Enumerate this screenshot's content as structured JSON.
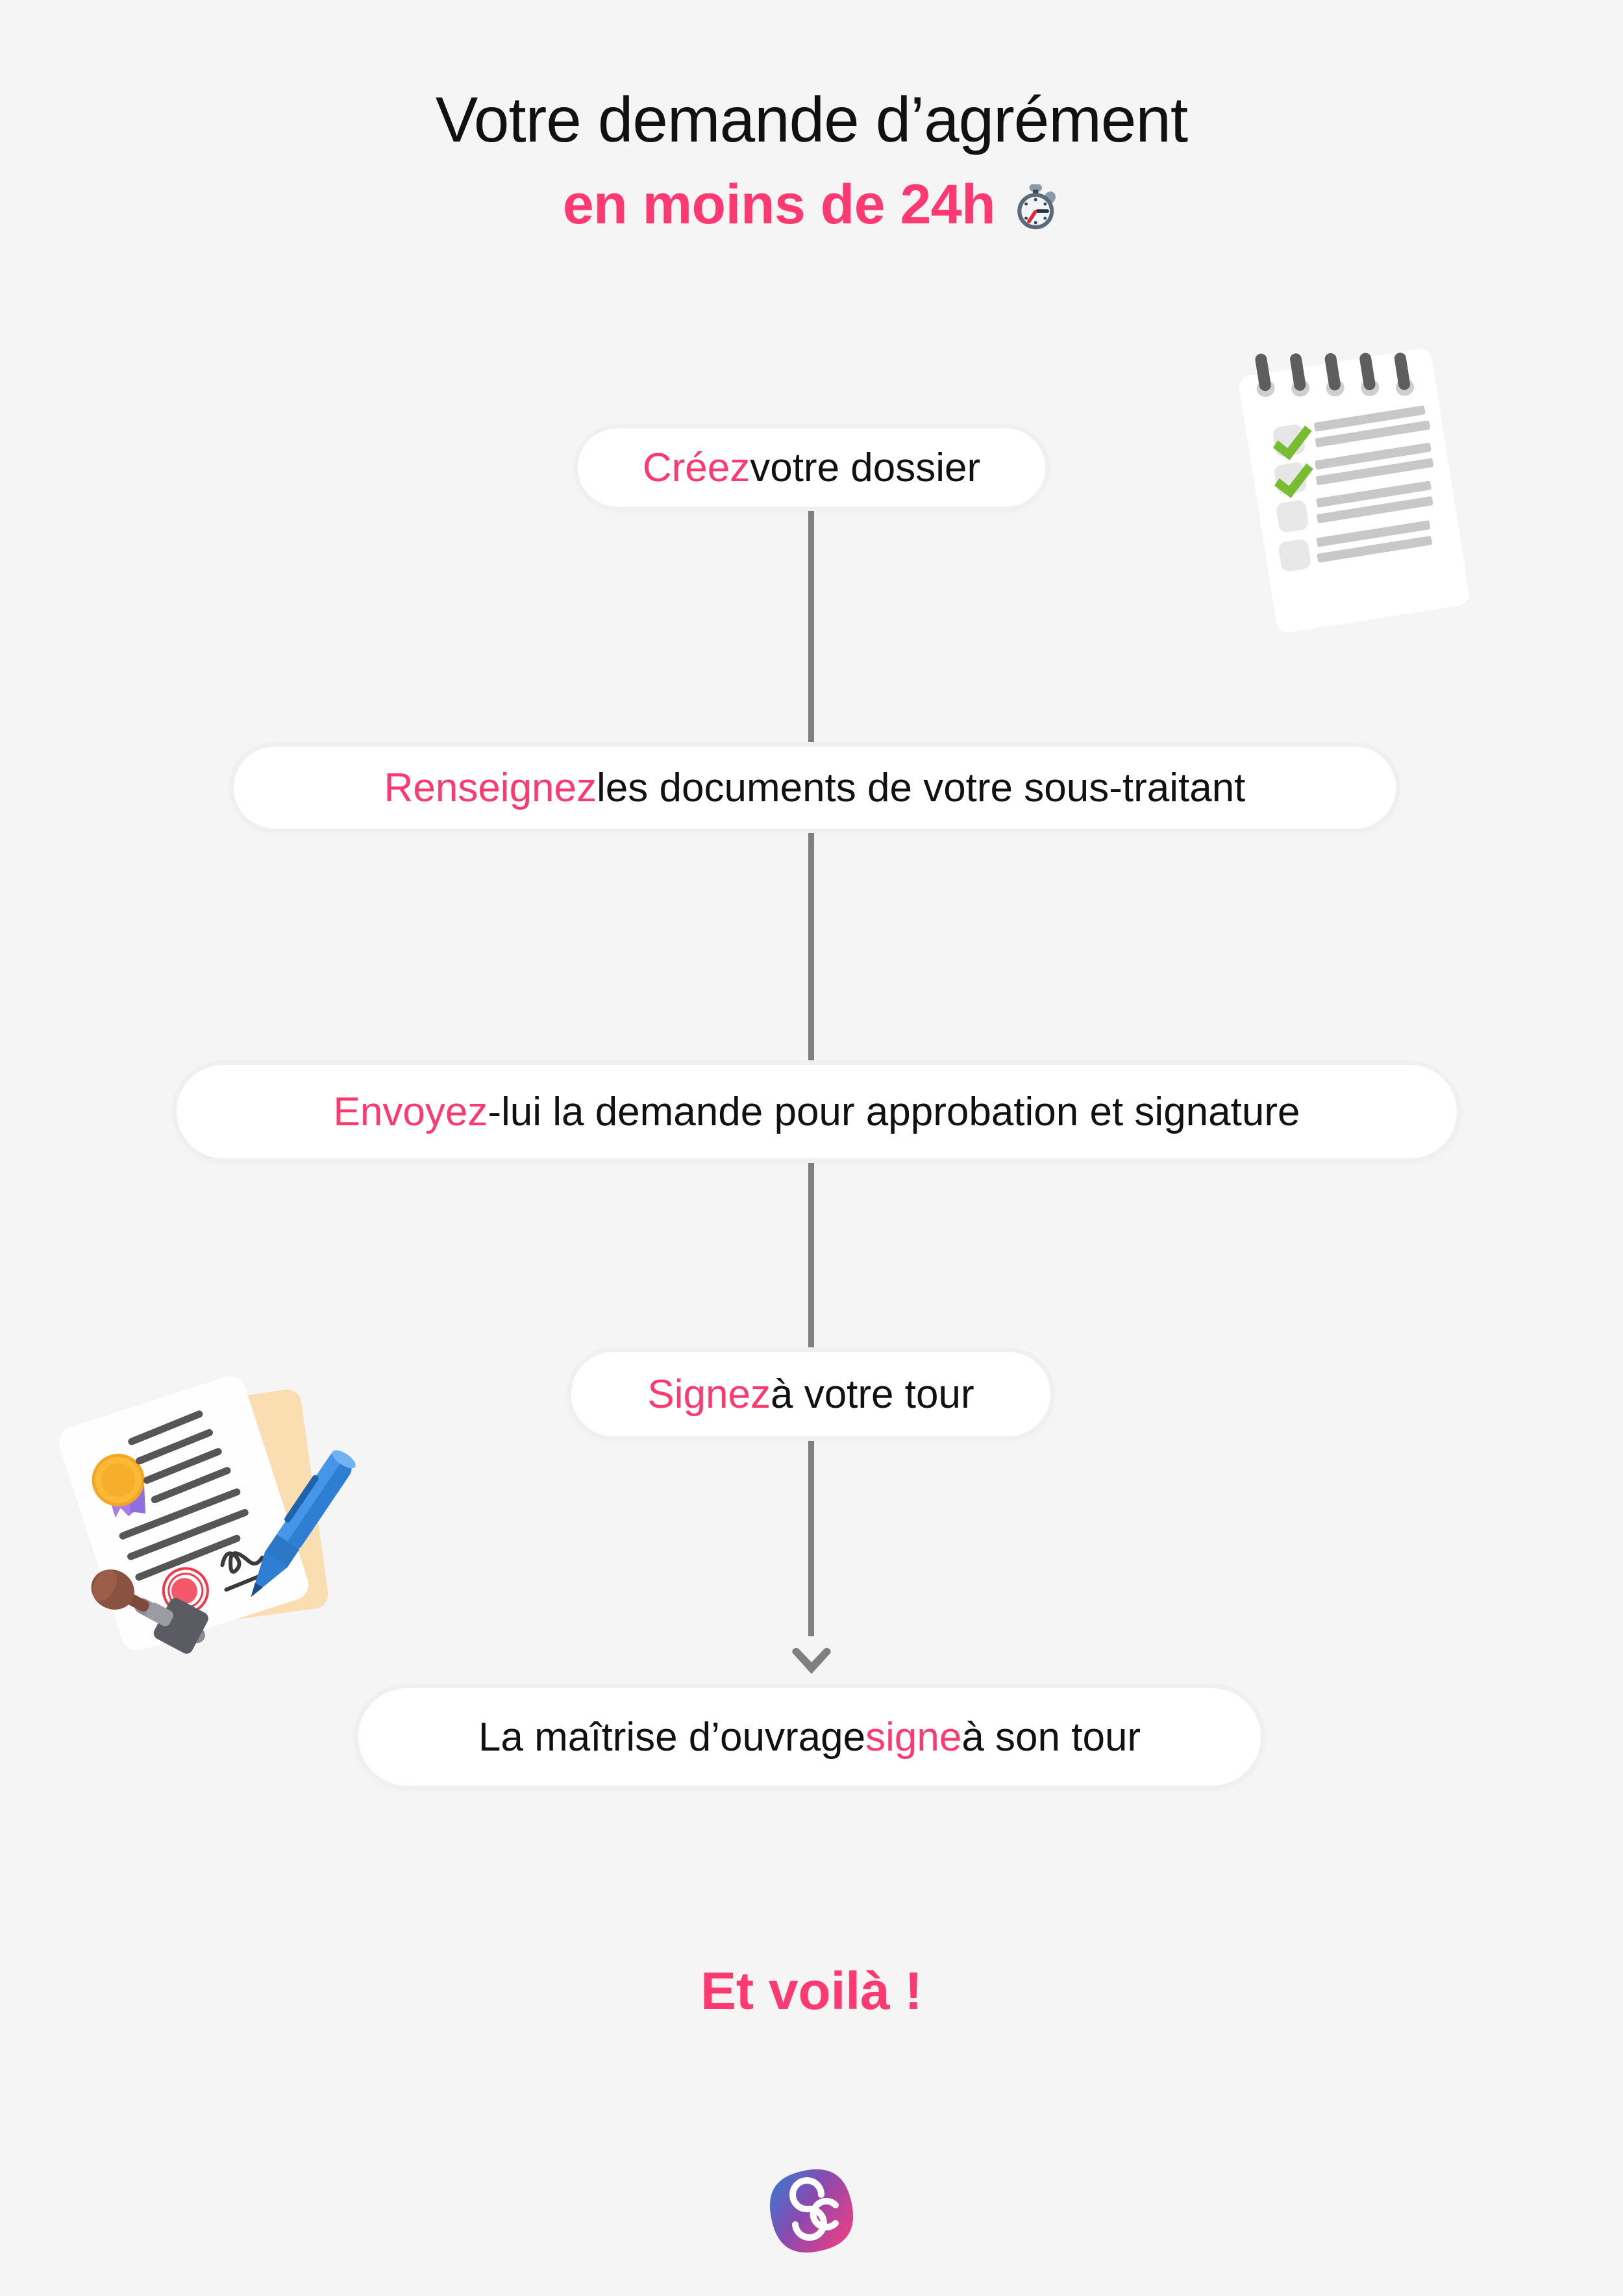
{
  "background_color": "#f5f5f5",
  "accent_color": "#FC3A71",
  "text_color": "#111111",
  "connector_color": "#808080",
  "heading": {
    "line1": "Votre demande d’agrément",
    "line2_text": "en moins de 24h",
    "line2_icon": "stopwatch-icon"
  },
  "steps": [
    {
      "id": "step-1",
      "highlight": "Créez",
      "rest": " votre dossier",
      "highlight_first": true
    },
    {
      "id": "step-2",
      "highlight": "Renseignez",
      "rest": " les documents de votre sous-traitant",
      "highlight_first": true
    },
    {
      "id": "step-3",
      "highlight": "Envoyez",
      "rest": "-lui la demande pour approbation et signature",
      "highlight_first": true
    },
    {
      "id": "step-4",
      "highlight": "Signez",
      "rest": " à votre tour",
      "highlight_first": true
    },
    {
      "id": "step-5",
      "pre": "La maîtrise d’ouvrage ",
      "highlight": "signe",
      "rest": " à son tour",
      "highlight_first": false
    }
  ],
  "closing": {
    "label": "Et voilà !"
  },
  "logo": {
    "name": "sc-logo",
    "monogram": "Sc",
    "gradient_from": "#2E7FD4",
    "gradient_to": "#FB3E7C"
  },
  "illustrations": [
    {
      "name": "notepad-checklist-illustration",
      "position": "top-right"
    },
    {
      "name": "signed-contract-illustration",
      "position": "mid-left"
    }
  ]
}
